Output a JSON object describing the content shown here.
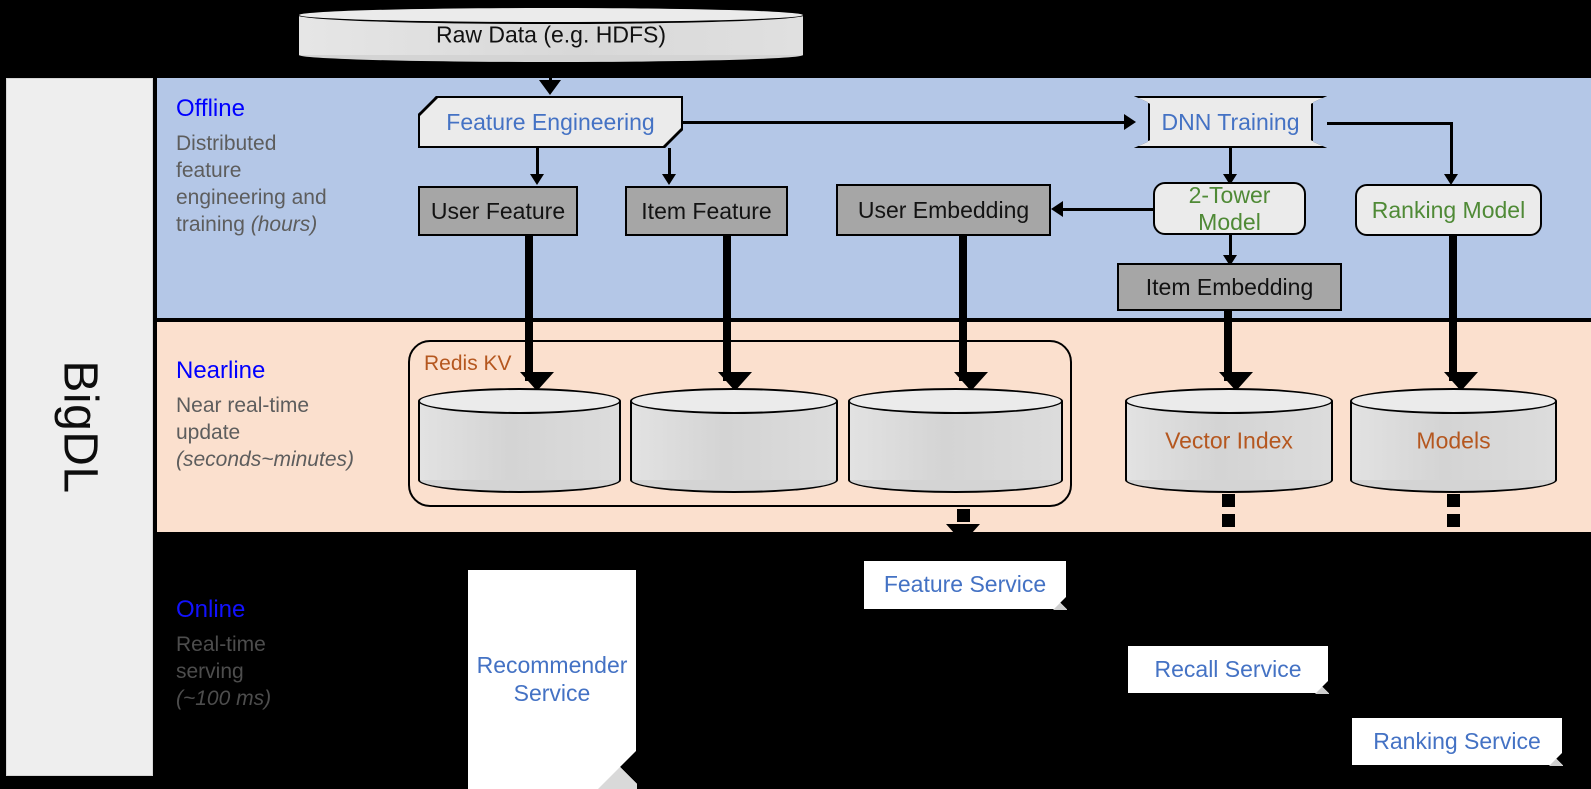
{
  "framework": {
    "name": "BigDL"
  },
  "source": {
    "label": "Raw Data (e.g. HDFS)"
  },
  "bands": {
    "offline": {
      "title": "Offline",
      "desc_line1": "Distributed",
      "desc_line2": "feature",
      "desc_line3": "engineering and",
      "desc_line4": "training ",
      "desc_emph": "(hours)"
    },
    "nearline": {
      "title": "Nearline",
      "desc_line1": "Near real-time",
      "desc_line2": "update",
      "desc_emph": "(seconds~minutes)"
    },
    "online": {
      "title": "Online",
      "desc_line1": "Real-time",
      "desc_line2": "serving",
      "desc_emph": "(~100 ms)"
    }
  },
  "offline_nodes": {
    "feature_engineering": "Feature Engineering",
    "dnn_training": "DNN Training",
    "user_feature": "User Feature",
    "item_feature": "Item Feature",
    "user_embedding": "User Embedding",
    "two_tower_model": "2-Tower Model",
    "ranking_model": "Ranking Model",
    "item_embedding": "Item Embedding"
  },
  "nearline_nodes": {
    "redis_kv": "Redis KV",
    "store_user_feature": "",
    "store_item_feature": "",
    "store_user_embedding": "",
    "vector_index": "Vector Index",
    "models": "Models"
  },
  "online_nodes": {
    "recommender_service_l1": "Recommender",
    "recommender_service_l2": "Service",
    "feature_service": "Feature Service",
    "recall_service": "Recall Service",
    "ranking_service": "Ranking Service"
  },
  "colors": {
    "offline_band": "#b4c7e7",
    "nearline_band": "#fbe0ce",
    "online_band": "#000000",
    "band_title": "#0000ff",
    "band_desc": "#5d5d5d",
    "process_text": "#4472c4",
    "model_text": "#4f8a36",
    "store_text": "#b5571f",
    "data_box": "#a6a6a6",
    "sidebar": "#eeeeee"
  }
}
